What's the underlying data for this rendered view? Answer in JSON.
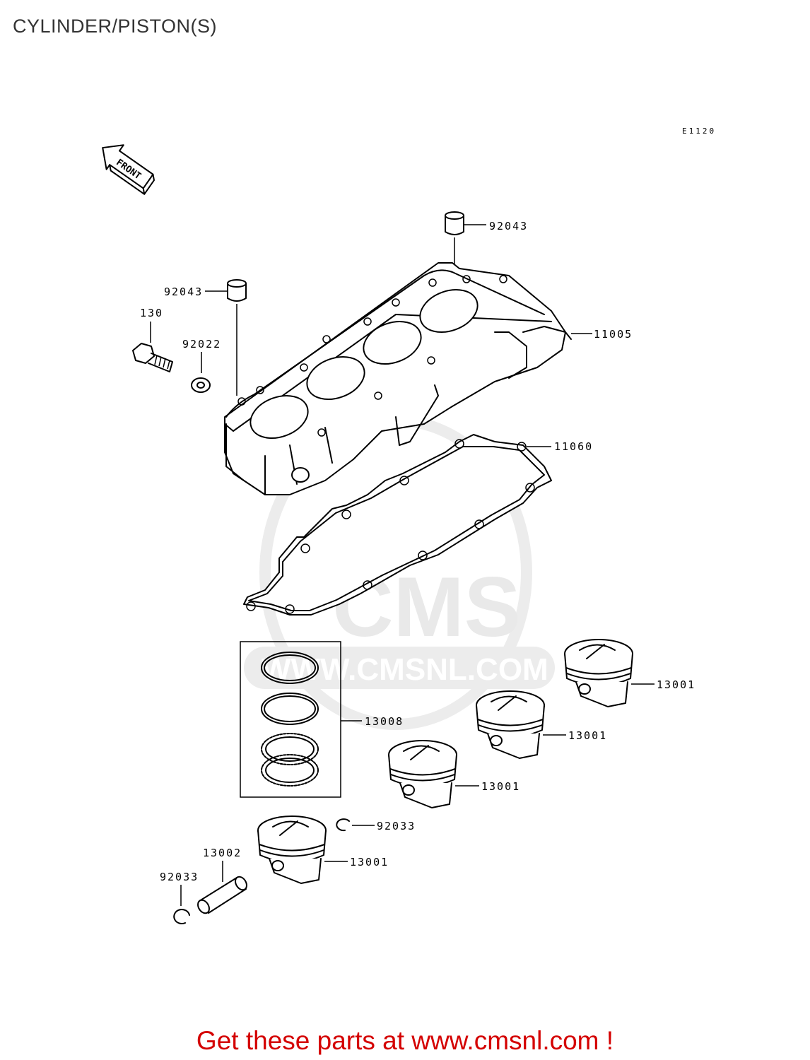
{
  "title": "CYLINDER/PISTON(S)",
  "diagram_code": "E1120",
  "front_label": "FRONT",
  "watermark": {
    "brand": "CMS",
    "url": "WWW.CMSNL.COM"
  },
  "parts": [
    {
      "id": "p-92043-top",
      "number": "92043",
      "name": "dowel-pin"
    },
    {
      "id": "p-92043-left",
      "number": "92043",
      "name": "dowel-pin"
    },
    {
      "id": "p-130",
      "number": "130",
      "name": "bolt"
    },
    {
      "id": "p-92022",
      "number": "92022",
      "name": "washer"
    },
    {
      "id": "p-11005",
      "number": "11005",
      "name": "cylinder"
    },
    {
      "id": "p-11060",
      "number": "11060",
      "name": "gasket"
    },
    {
      "id": "p-13008",
      "number": "13008",
      "name": "piston-ring-set"
    },
    {
      "id": "p-13001-a",
      "number": "13001",
      "name": "piston"
    },
    {
      "id": "p-13001-b",
      "number": "13001",
      "name": "piston"
    },
    {
      "id": "p-13001-c",
      "number": "13001",
      "name": "piston"
    },
    {
      "id": "p-13001-d",
      "number": "13001",
      "name": "piston"
    },
    {
      "id": "p-92033-a",
      "number": "92033",
      "name": "snap-ring"
    },
    {
      "id": "p-92033-b",
      "number": "92033",
      "name": "snap-ring"
    },
    {
      "id": "p-13002",
      "number": "13002",
      "name": "piston-pin"
    }
  ],
  "promo_text": "Get these parts at www.cmsnl.com !",
  "colors": {
    "promo": "#d40000",
    "title": "#333333",
    "watermark": "#e9e9e9"
  }
}
